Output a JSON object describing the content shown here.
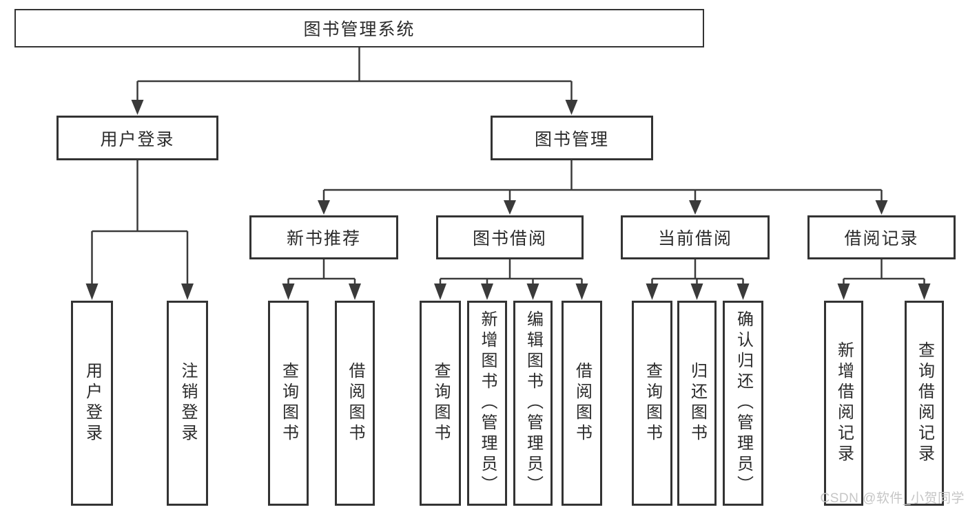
{
  "tree": {
    "root": {
      "label": "图书管理系统",
      "children": [
        {
          "label": "用户登录",
          "children": [
            {
              "label": "用户登录"
            },
            {
              "label": "注销登录"
            }
          ]
        },
        {
          "label": "图书管理",
          "children": [
            {
              "label": "新书推荐",
              "children": [
                {
                  "label": "查询图书"
                },
                {
                  "label": "借阅图书"
                }
              ]
            },
            {
              "label": "图书借阅",
              "children": [
                {
                  "label": "查询图书"
                },
                {
                  "label": "新增图书（管理员）"
                },
                {
                  "label": "编辑图书（管理员）"
                },
                {
                  "label": "借阅图书"
                }
              ]
            },
            {
              "label": "当前借阅",
              "children": [
                {
                  "label": "查询图书"
                },
                {
                  "label": "归还图书"
                },
                {
                  "label": "确认归还（管理员）"
                }
              ]
            },
            {
              "label": "借阅记录",
              "children": [
                {
                  "label": "新增借阅记录"
                },
                {
                  "label": "查询借阅记录"
                }
              ]
            }
          ]
        }
      ]
    }
  },
  "watermark": {
    "text": "CSDN @软件_小贺同学"
  },
  "colors": {
    "line": "#3a3a3a",
    "box_border": "#333333",
    "text": "#2b2b2b",
    "watermark": "#c6c6c6",
    "background": "#ffffff"
  }
}
